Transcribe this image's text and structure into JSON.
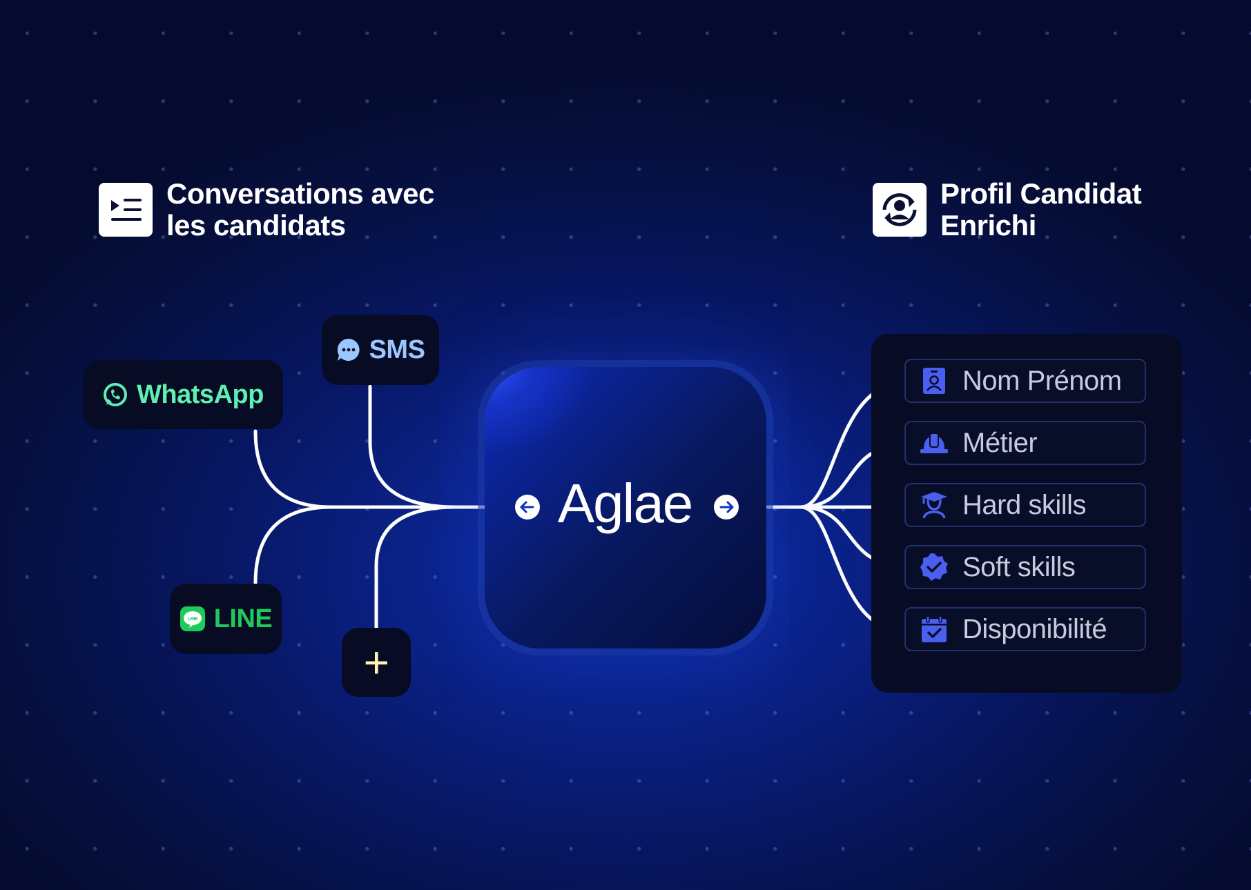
{
  "left_section": {
    "title_line1": "Conversations avec",
    "title_line2": "les candidats",
    "icon": "list-indent-icon"
  },
  "right_section": {
    "title_line1": "Profil Candidat",
    "title_line2": "Enrichi",
    "icon": "profile-refresh-icon"
  },
  "channels": [
    {
      "label": "WhatsApp",
      "icon": "whatsapp-icon",
      "color": "#5ef0b0"
    },
    {
      "label": "SMS",
      "icon": "chat-bubble-icon",
      "color": "#9cc6ff"
    },
    {
      "label": "LINE",
      "icon": "line-icon",
      "color": "#1ecb5a"
    },
    {
      "label": "+",
      "icon": "plus-icon",
      "color": "#fff3b0"
    }
  ],
  "center": {
    "label": "Aglae"
  },
  "profile_fields": [
    {
      "label": "Nom Prénom",
      "icon": "id-badge-icon"
    },
    {
      "label": "Métier",
      "icon": "hard-hat-icon"
    },
    {
      "label": "Hard skills",
      "icon": "graduate-icon"
    },
    {
      "label": "Soft skills",
      "icon": "verified-badge-icon"
    },
    {
      "label": "Disponibilité",
      "icon": "calendar-check-icon"
    }
  ],
  "colors": {
    "accent": "#4a5ff0",
    "panel": "#070c24",
    "background": "#071660"
  }
}
